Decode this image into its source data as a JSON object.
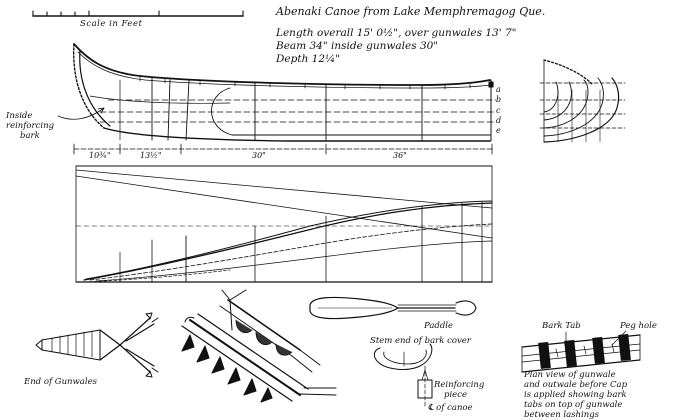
{
  "title": "Abenaki Canoe from Lake Memphremagog Que.",
  "specs": {
    "length": "Length overall 15' 0½\", over gunwales 13' 7\"",
    "beam": "Beam   34\"  inside gunwales 30\"",
    "depth": "Depth    12¼\""
  },
  "scale": {
    "label": "Scale in Feet"
  },
  "labels": {
    "inside_reinforcing_bark": [
      "Inside",
      "reinforcing",
      "bark"
    ],
    "paddle": "Paddle",
    "end_of_gunwales": "End of Gunwales",
    "stem_end": "Stem end of bark cover",
    "reinforcing_piece": [
      "Reinforcing",
      "piece"
    ],
    "of_canoe": "℄ of canoe",
    "bark_tab": "Bark Tab",
    "peg_hole": "Peg hole",
    "plan_note": [
      "Plan view of gunwale",
      "and outwale before Cap",
      "is applied showing bark",
      "tabs on top of gunwale",
      "between lashings"
    ]
  },
  "dimensions": [
    "10¾\"",
    "13½\"",
    "30\"",
    "36\""
  ],
  "section_marks": [
    "a",
    "b",
    "c",
    "d",
    "e"
  ]
}
